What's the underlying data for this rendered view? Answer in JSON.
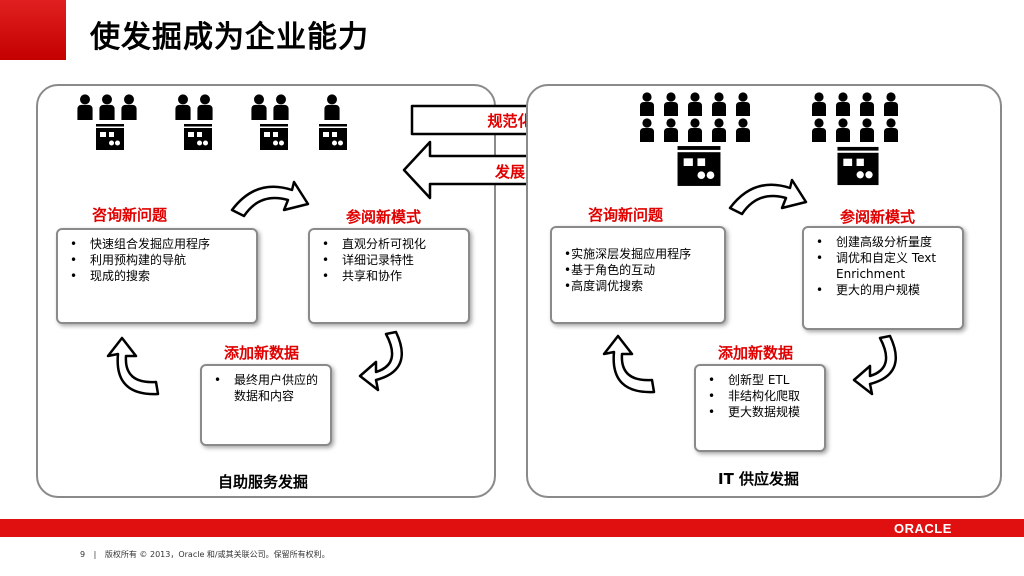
{
  "title": "使发掘成为企业能力",
  "arrows": {
    "forward": "规范化",
    "backward": "发展"
  },
  "left_panel": {
    "caption": "自助服务发掘",
    "ask_label": "咨询新问题",
    "explore_label": "参阅新模式",
    "add_label": "添加新数据",
    "ask_items": [
      "快速组合发掘应用程序",
      "利用预构建的导航",
      "现成的搜索"
    ],
    "explore_items": [
      "直观分析可视化",
      "详细记录特性",
      "共享和协作"
    ],
    "add_items": [
      "最终用户供应的数据和内容"
    ]
  },
  "right_panel": {
    "caption": "IT 供应发掘",
    "ask_label": "咨询新问题",
    "explore_label": "参阅新模式",
    "add_label": "添加新数据",
    "ask_items": [
      "实施深层发掘应用程序",
      "基于角色的互动",
      "高度调优搜索"
    ],
    "explore_items": [
      "创建高级分析量度",
      "调优和自定义 Text Enrichment",
      "更大的用户规模"
    ],
    "add_items": [
      "创新型 ETL",
      "非结构化爬取",
      "更大数据规模"
    ]
  },
  "footer": {
    "page_number": "9",
    "copyright": "版权所有 © 2013，Oracle 和/或其关联公司。保留所有权利。",
    "logo": "ORACLE"
  },
  "colors": {
    "accent": "#e00000",
    "border": "#8a8a8a"
  },
  "icons": [
    "people-group-icon",
    "device-icon",
    "curved-arrow-icon",
    "block-arrow-icon"
  ]
}
